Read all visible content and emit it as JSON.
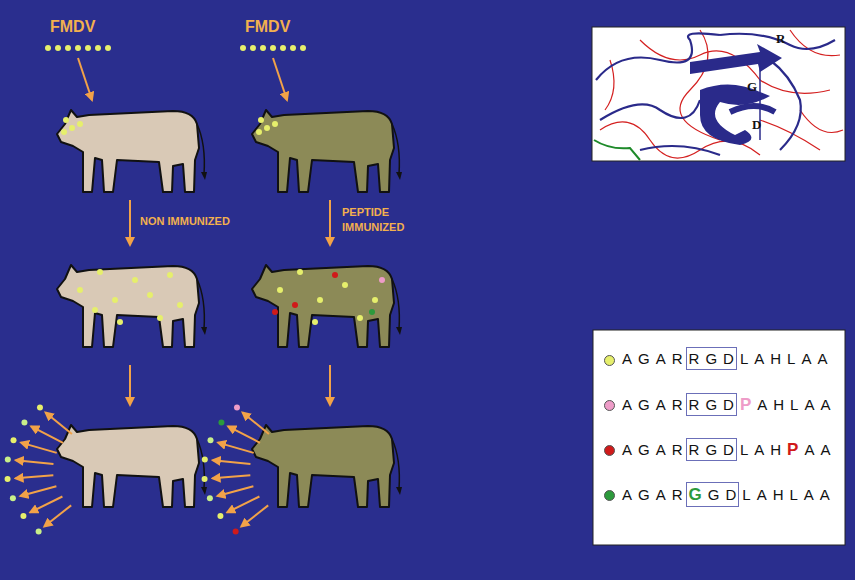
{
  "diagram": {
    "labels": [
      "FMDV",
      "FMDV",
      "NON IMMUNIZED",
      "PEPTIDE IMMUNIZED",
      "R",
      "G",
      "D"
    ],
    "legend": [
      {
        "text": "AGARRGDLAHLAA",
        "color": "#e6ef6c"
      },
      {
        "text": "AGARRGDPAHLAA",
        "color": "#ee9cc8"
      },
      {
        "text": "AGARRGDLAHPAA",
        "color": "#d01a1a"
      },
      {
        "text": "AGARGGDLAHLAA",
        "color": "#2c9a3c"
      }
    ]
  }
}
